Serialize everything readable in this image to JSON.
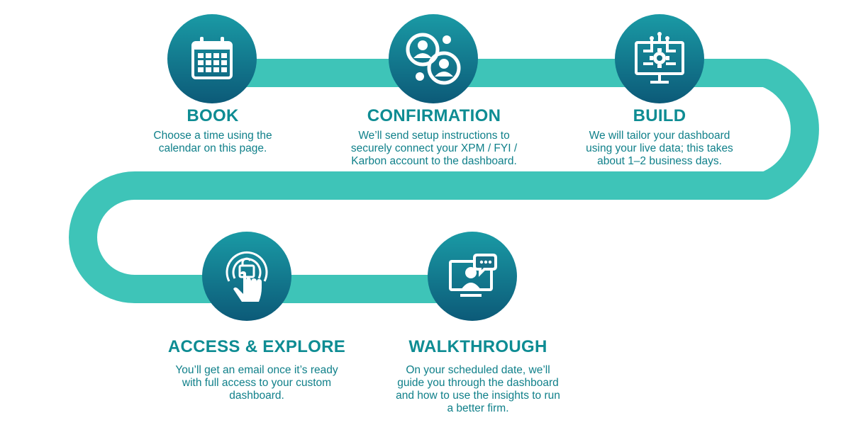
{
  "colors": {
    "path": "#3ec4b8",
    "circle_top": "#1a9aa5",
    "circle_bottom": "#0c5a78",
    "title": "#0e8c93",
    "text": "#10808a",
    "icon": "#ffffff"
  },
  "steps": [
    {
      "title": "BOOK",
      "description_lines": [
        "Choose a time using the",
        "calendar on this page."
      ],
      "icon": "calendar-icon"
    },
    {
      "title": "CONFIRMATION",
      "description_lines": [
        "We’ll send setup instructions to",
        "securely connect your XPM / FYI /",
        "Karbon account to the dashboard."
      ],
      "icon": "connected-users-icon"
    },
    {
      "title": "BUILD",
      "description_lines": [
        "We will tailor your dashboard",
        "using your live data; this takes",
        "about 1–2 business days."
      ],
      "icon": "monitor-gear-icon"
    },
    {
      "title": "ACCESS & EXPLORE",
      "description_lines": [
        "You’ll get an email once it’s ready",
        "with full access to your custom",
        "dashboard."
      ],
      "icon": "touch-unlock-icon"
    },
    {
      "title": "WALKTHROUGH",
      "description_lines": [
        "On your scheduled date, we’ll",
        "guide you through the dashboard",
        "and how to use the insights to run",
        "a better firm."
      ],
      "icon": "video-call-icon"
    }
  ]
}
